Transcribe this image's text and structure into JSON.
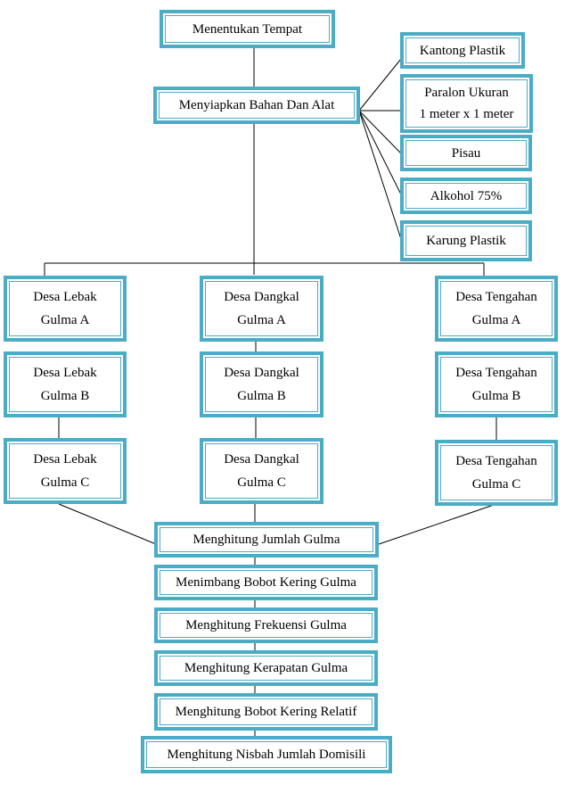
{
  "colors": {
    "box_border": "#4BACC6",
    "line": "#000000",
    "background": "#ffffff"
  },
  "top": {
    "tempat": "Menentukan Tempat",
    "bahan": "Menyiapkan Bahan Dan Alat"
  },
  "materials": [
    "Kantong Plastik",
    "Paralon Ukuran",
    "1 meter x 1 meter",
    "Pisau",
    "Alkohol 75%",
    "Karung Plastik"
  ],
  "villages": {
    "lebak": {
      "name": "Desa Lebak",
      "a": "Gulma A",
      "b": "Gulma B",
      "c": "Gulma C"
    },
    "dangkal": {
      "name": "Desa Dangkal",
      "a": "Gulma A",
      "b": "Gulma B",
      "c": "Gulma C"
    },
    "tengahan": {
      "name": "Desa Tengahan",
      "a": "Gulma A",
      "b": "Gulma B",
      "c": "Gulma C"
    }
  },
  "steps": [
    "Menghitung Jumlah Gulma",
    "Menimbang Bobot Kering Gulma",
    "Menghitung Frekuensi Gulma",
    "Menghitung Kerapatan Gulma",
    "Menghitung Bobot Kering Relatif",
    "Menghitung Nisbah Jumlah Domisili"
  ]
}
